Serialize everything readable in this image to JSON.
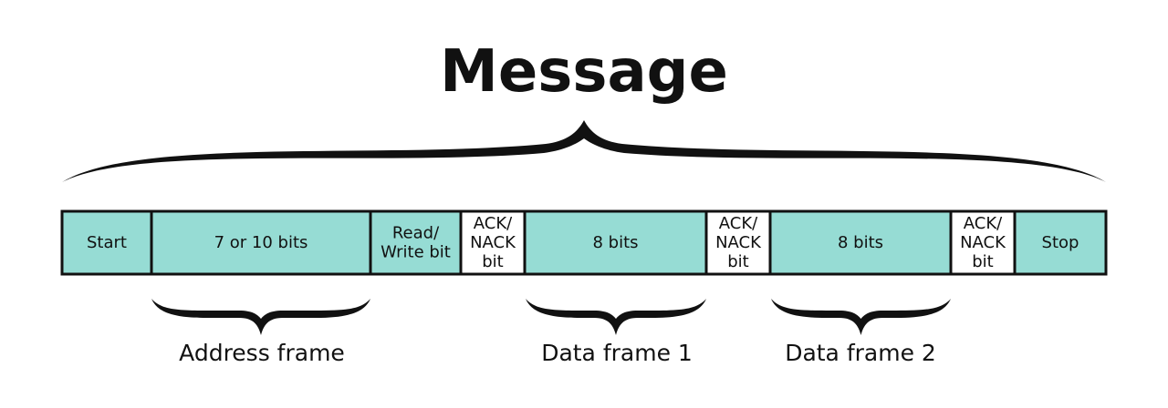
{
  "title": "Message",
  "segments": [
    {
      "id": "start",
      "lines": [
        "Start"
      ],
      "fill": "teal"
    },
    {
      "id": "address-bits",
      "lines": [
        "7 or 10 bits"
      ],
      "fill": "teal"
    },
    {
      "id": "read-write",
      "lines": [
        "Read/",
        "Write bit"
      ],
      "fill": "teal"
    },
    {
      "id": "ack-1",
      "lines": [
        "ACK/",
        "NACK",
        "bit"
      ],
      "fill": "white"
    },
    {
      "id": "data-bits-1",
      "lines": [
        "8 bits"
      ],
      "fill": "teal"
    },
    {
      "id": "ack-2",
      "lines": [
        "ACK/",
        "NACK",
        "bit"
      ],
      "fill": "white"
    },
    {
      "id": "data-bits-2",
      "lines": [
        "8 bits"
      ],
      "fill": "teal"
    },
    {
      "id": "ack-3",
      "lines": [
        "ACK/",
        "NACK",
        "bit"
      ],
      "fill": "white"
    },
    {
      "id": "stop",
      "lines": [
        "Stop"
      ],
      "fill": "teal"
    }
  ],
  "frames": [
    {
      "id": "address-frame",
      "label": "Address frame"
    },
    {
      "id": "data-frame-1",
      "label": "Data frame 1"
    },
    {
      "id": "data-frame-2",
      "label": "Data frame 2"
    }
  ],
  "colors": {
    "teal": "#96dcd4",
    "white": "#ffffff",
    "stroke": "#111111"
  }
}
